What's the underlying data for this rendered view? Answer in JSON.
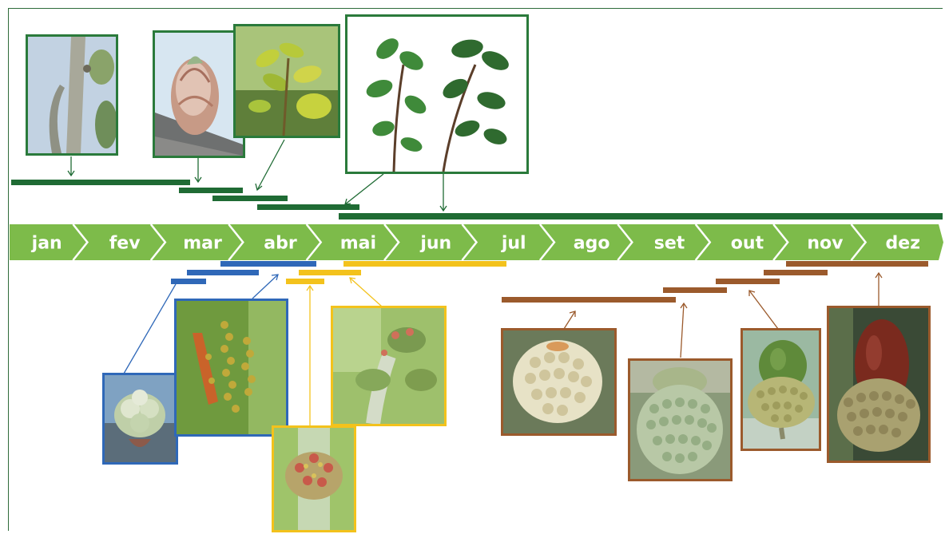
{
  "timeline": {
    "months": [
      "jan",
      "fev",
      "mar",
      "abr",
      "mai",
      "jun",
      "jul",
      "ago",
      "set",
      "out",
      "nov",
      "dez"
    ],
    "arrow_color": "#7dbb4a",
    "label_color": "#ffffff"
  },
  "phase_colors": {
    "vegetative": "#1f6b34",
    "male_flowering": "#2f68b8",
    "female_flowering": "#f3c21c",
    "fruiting": "#9b5a2c"
  },
  "photos": [
    {
      "icon": "dormant-bud-icon",
      "phase": "vegetative"
    },
    {
      "icon": "bud-break-icon",
      "phase": "vegetative"
    },
    {
      "icon": "young-leaves-icon",
      "phase": "vegetative"
    },
    {
      "icon": "mature-shoot-icon",
      "phase": "vegetative"
    },
    {
      "icon": "male-bud-icon",
      "phase": "male_flowering"
    },
    {
      "icon": "male-catkin-icon",
      "phase": "male_flowering"
    },
    {
      "icon": "female-flower-icon",
      "phase": "female_flowering"
    },
    {
      "icon": "female-flower-shoot-icon",
      "phase": "female_flowering"
    },
    {
      "icon": "acorn-early-icon",
      "phase": "fruiting"
    },
    {
      "icon": "acorn-cup-icon",
      "phase": "fruiting"
    },
    {
      "icon": "acorn-green-icon",
      "phase": "fruiting"
    },
    {
      "icon": "acorn-ripe-icon",
      "phase": "fruiting"
    }
  ]
}
